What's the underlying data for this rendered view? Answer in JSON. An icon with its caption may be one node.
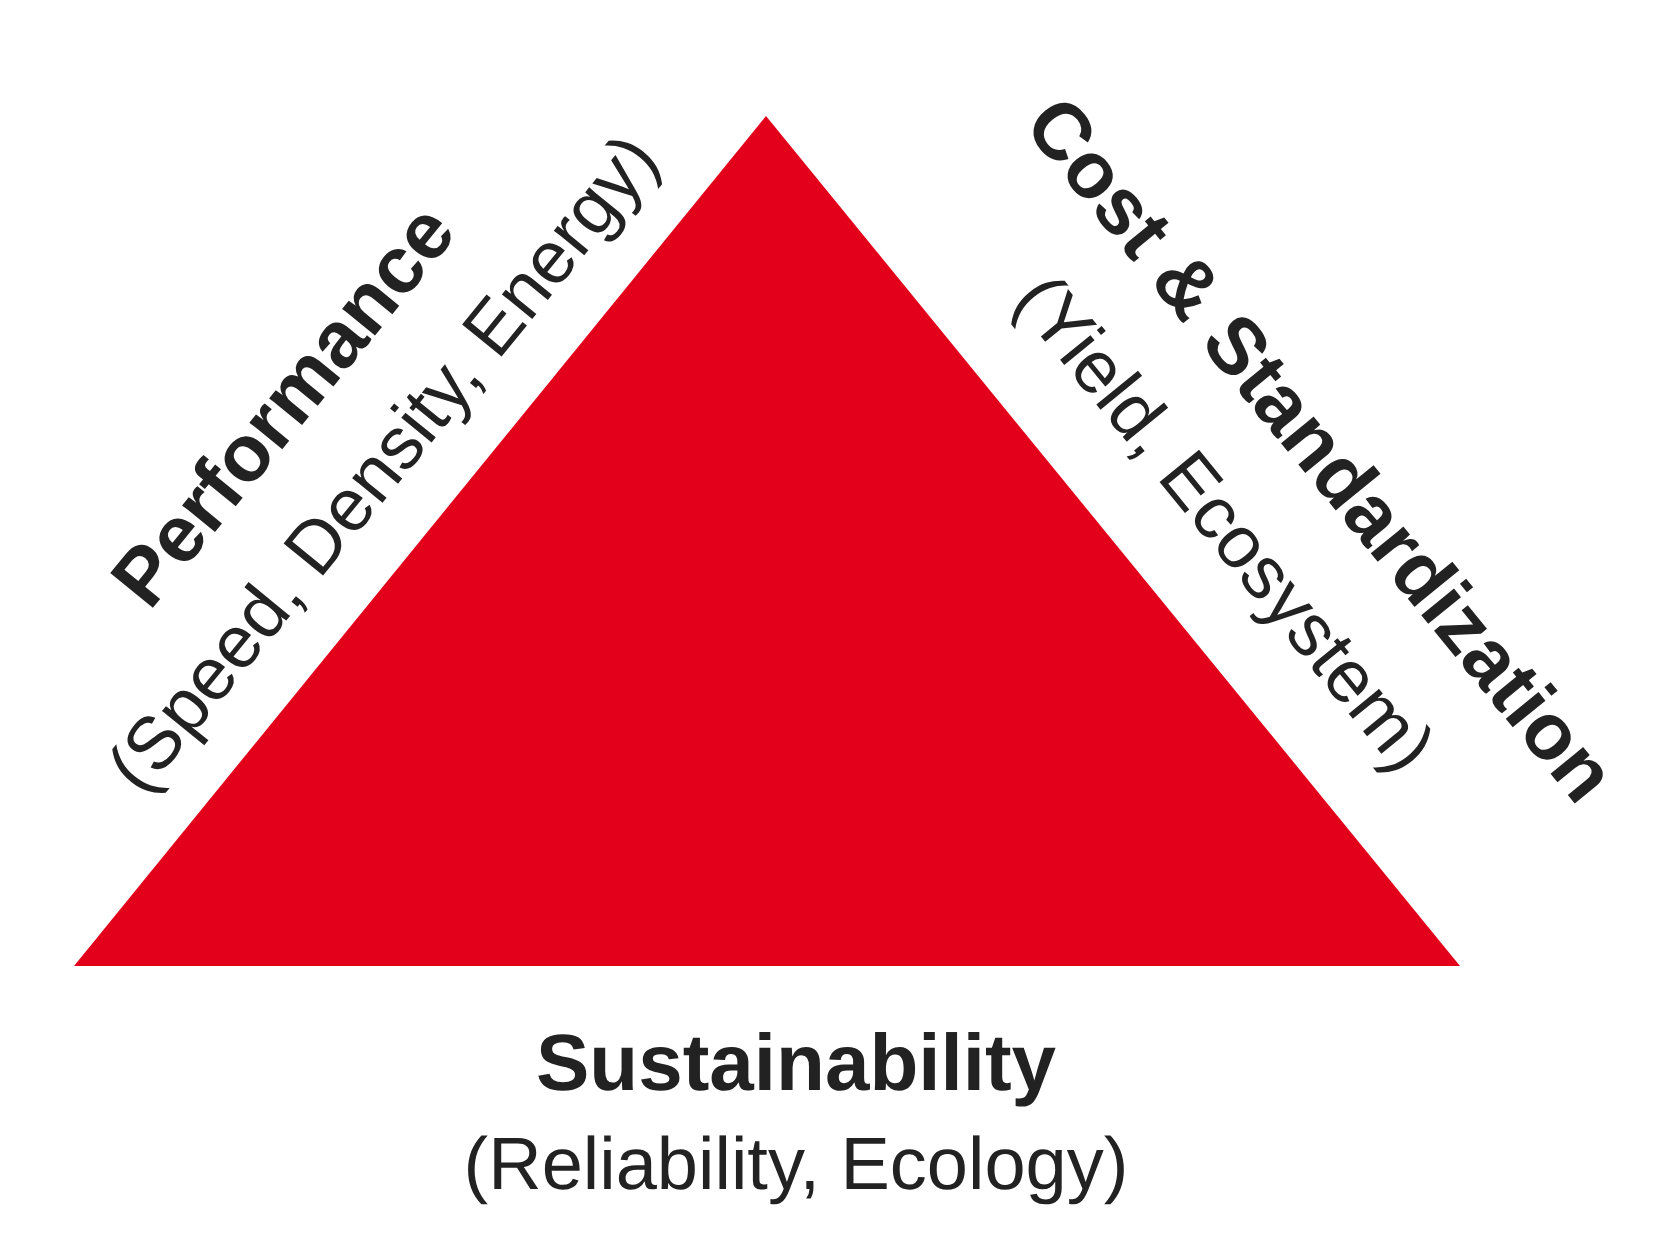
{
  "diagram": {
    "labels": [
      "Performance",
      "(Speed, Density, Energy)",
      "Cost & Standardization",
      "(Yield, Ecosystem)",
      "Sustainability",
      "(Reliability, Ecology)"
    ]
  }
}
